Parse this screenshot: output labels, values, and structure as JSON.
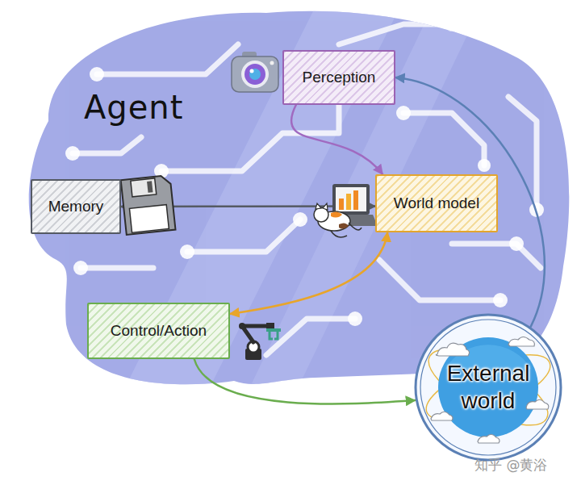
{
  "diagram": {
    "nodes": [
      {
        "text": [
          "Agent"
        ]
      },
      {
        "text": [
          "Perception"
        ],
        "in": 0
      },
      {
        "text": [
          "Memory"
        ],
        "in": 0
      },
      {
        "text": [
          "World model"
        ],
        "in": 0
      },
      {
        "text": [
          "Control/Action"
        ],
        "in": 0
      },
      {
        "text": [
          "External world"
        ]
      }
    ],
    "edges": [
      {
        "from": 1,
        "to": 3,
        "arrow": "to"
      },
      {
        "from": 2,
        "to": 3,
        "arrow": "both"
      },
      {
        "from": 3,
        "to": 4,
        "arrow": "both"
      },
      {
        "from": 4,
        "to": 5,
        "arrow": "to"
      },
      {
        "from": 5,
        "to": 1,
        "arrow": "to"
      }
    ],
    "labels": [
      "知乎 @黄浴"
    ]
  }
}
